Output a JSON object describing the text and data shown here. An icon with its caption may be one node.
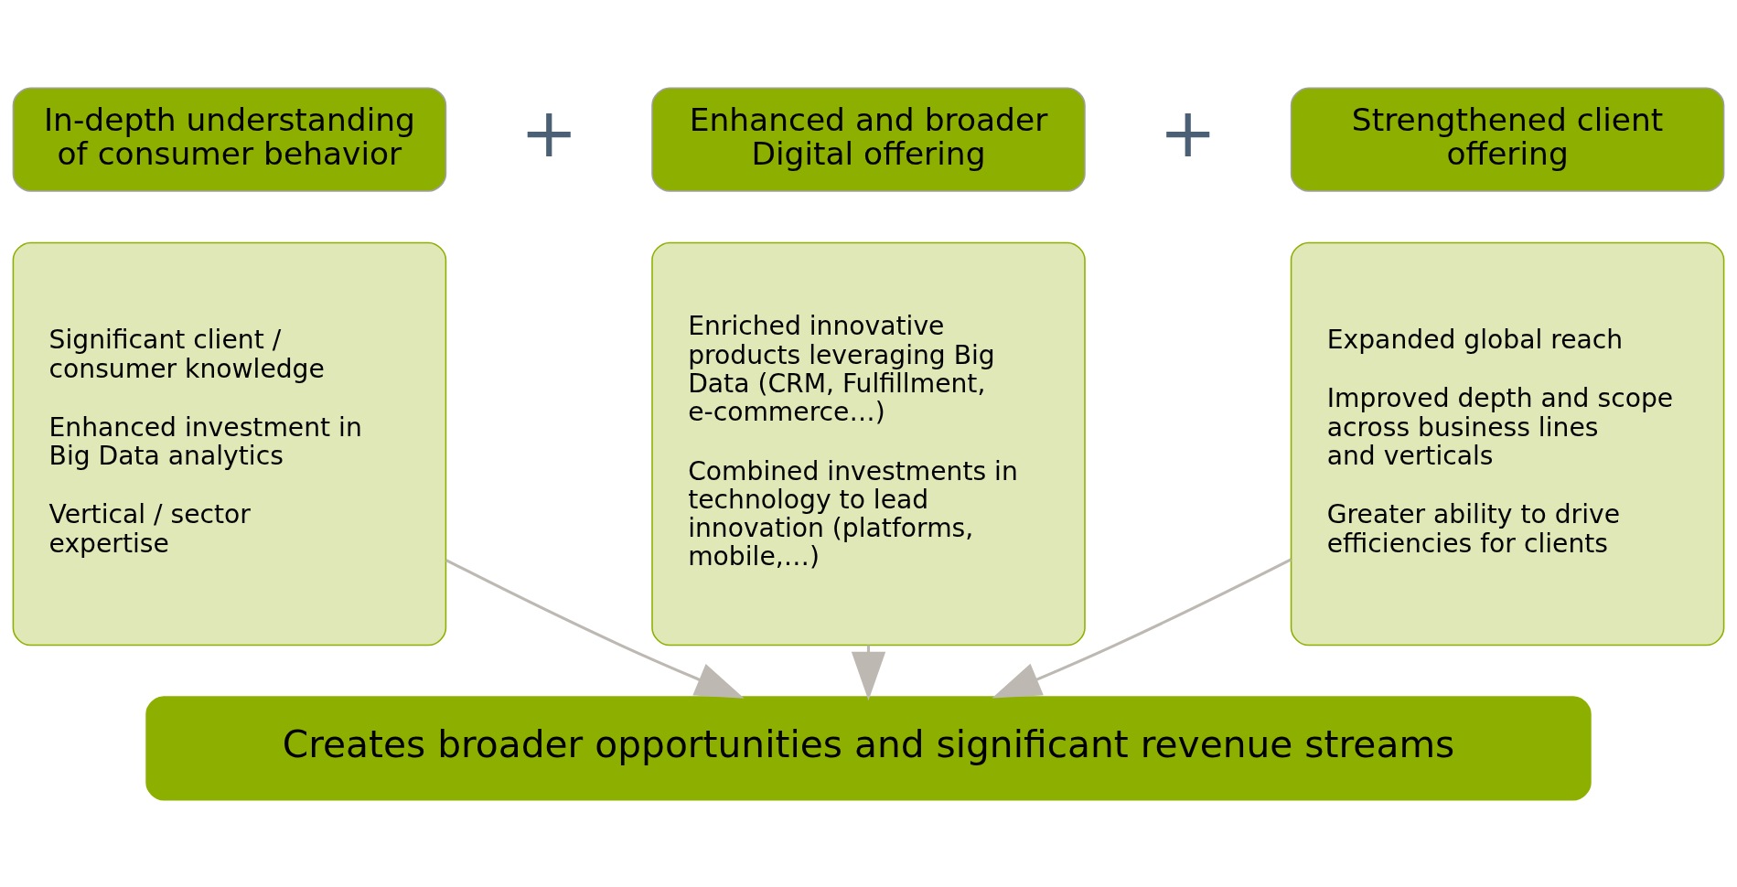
{
  "diagram": {
    "nodes": [
      {
        "text": [
          "In-depth understanding of consumer behavior"
        ]
      },
      {
        "text": [
          "Enhanced and broader Digital offering"
        ]
      },
      {
        "text": [
          "Strengthened client offering"
        ]
      },
      {
        "text": [
          "Significant client / consumer knowledge",
          "Enhanced investment in Big Data analytics",
          "Vertical / sector expertise"
        ]
      },
      {
        "text": [
          "Enriched innovative products leveraging Big Data (CRM, Fulfillment, e-commerce…)",
          "Combined investments in technology to lead innovation (platforms, mobile,…)"
        ]
      },
      {
        "text": [
          "Expanded global reach",
          "Improved depth and scope across business lines and verticals",
          "Greater ability to drive efficiencies for clients"
        ]
      },
      {
        "text": [
          "Creates broader opportunities and significant revenue streams"
        ]
      }
    ],
    "edges": [
      {
        "from": 3,
        "to": 6,
        "arrow": "to"
      },
      {
        "from": 4,
        "to": 6,
        "arrow": "to"
      },
      {
        "from": 5,
        "to": 6,
        "arrow": "to"
      }
    ],
    "labels": [
      "+",
      "+"
    ]
  }
}
